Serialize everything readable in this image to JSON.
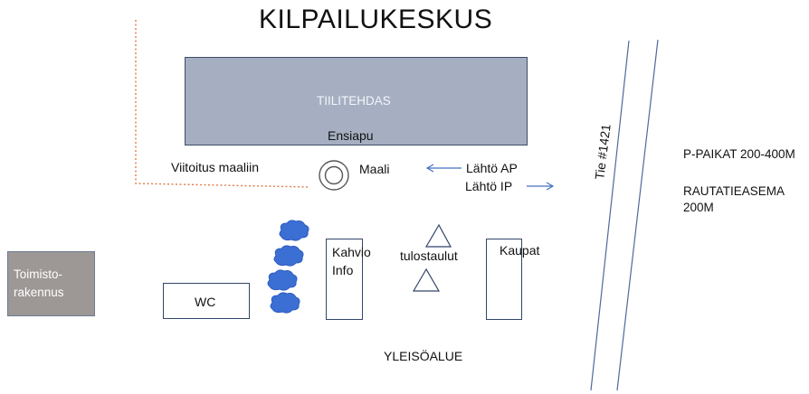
{
  "title": "KILPAILUKESKUS",
  "buildings": {
    "factory": "TIILITEHDAS",
    "first_aid": "Ensiapu",
    "office": "Toimisto-\nrakennus",
    "wc": "WC",
    "cafe": "Kahvio\nInfo",
    "shops": "Kaupat"
  },
  "labels": {
    "signage": "Viitoitus maaliin",
    "finish": "Maali",
    "start_ap": "Lähtö AP",
    "start_ip": "Lähtö IP",
    "results_boards": "tulostaulut",
    "audience_area": "YLEISÖALUE",
    "road": "Tie #1421",
    "parking": "P-PAIKAT 200-400M",
    "railway": "RAUTATIEASEMA\n200M"
  },
  "colors": {
    "factory_fill": "#a5afc1",
    "factory_border": "#3f4c66",
    "office_fill": "#9d9895",
    "office_border": "#6b7a95",
    "tree_fill": "#3c6fd4",
    "outline": "#33456a",
    "path_dotted": "#e07b4a",
    "arrow": "#4472c4"
  },
  "icons": [
    "finish-circle-icon",
    "triangle-icon",
    "tree-icon",
    "arrow-left-icon",
    "arrow-right-icon"
  ]
}
